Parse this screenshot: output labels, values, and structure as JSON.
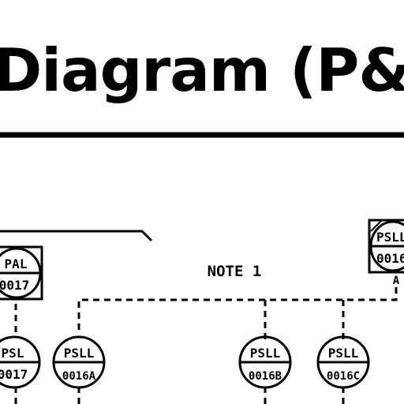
{
  "title": "Diagram (P&",
  "note": "NOTE 1",
  "colors": {
    "ink": "#000000",
    "background": "#ffffff"
  },
  "panel_instruments": {
    "left": {
      "tag_top": "PAL",
      "tag_bottom": "0017"
    },
    "right": {
      "tag_top": "PSLL",
      "tag_bottom": "0016",
      "tag_suffix": "A"
    }
  },
  "field_instruments": [
    {
      "tag_top": "PSL",
      "tag_bottom": "0017"
    },
    {
      "tag_top": "PSLL",
      "tag_bottom": "0016A"
    },
    {
      "tag_top": "PSLL",
      "tag_bottom": "0016B"
    },
    {
      "tag_top": "PSLL",
      "tag_bottom": "0016C"
    }
  ]
}
